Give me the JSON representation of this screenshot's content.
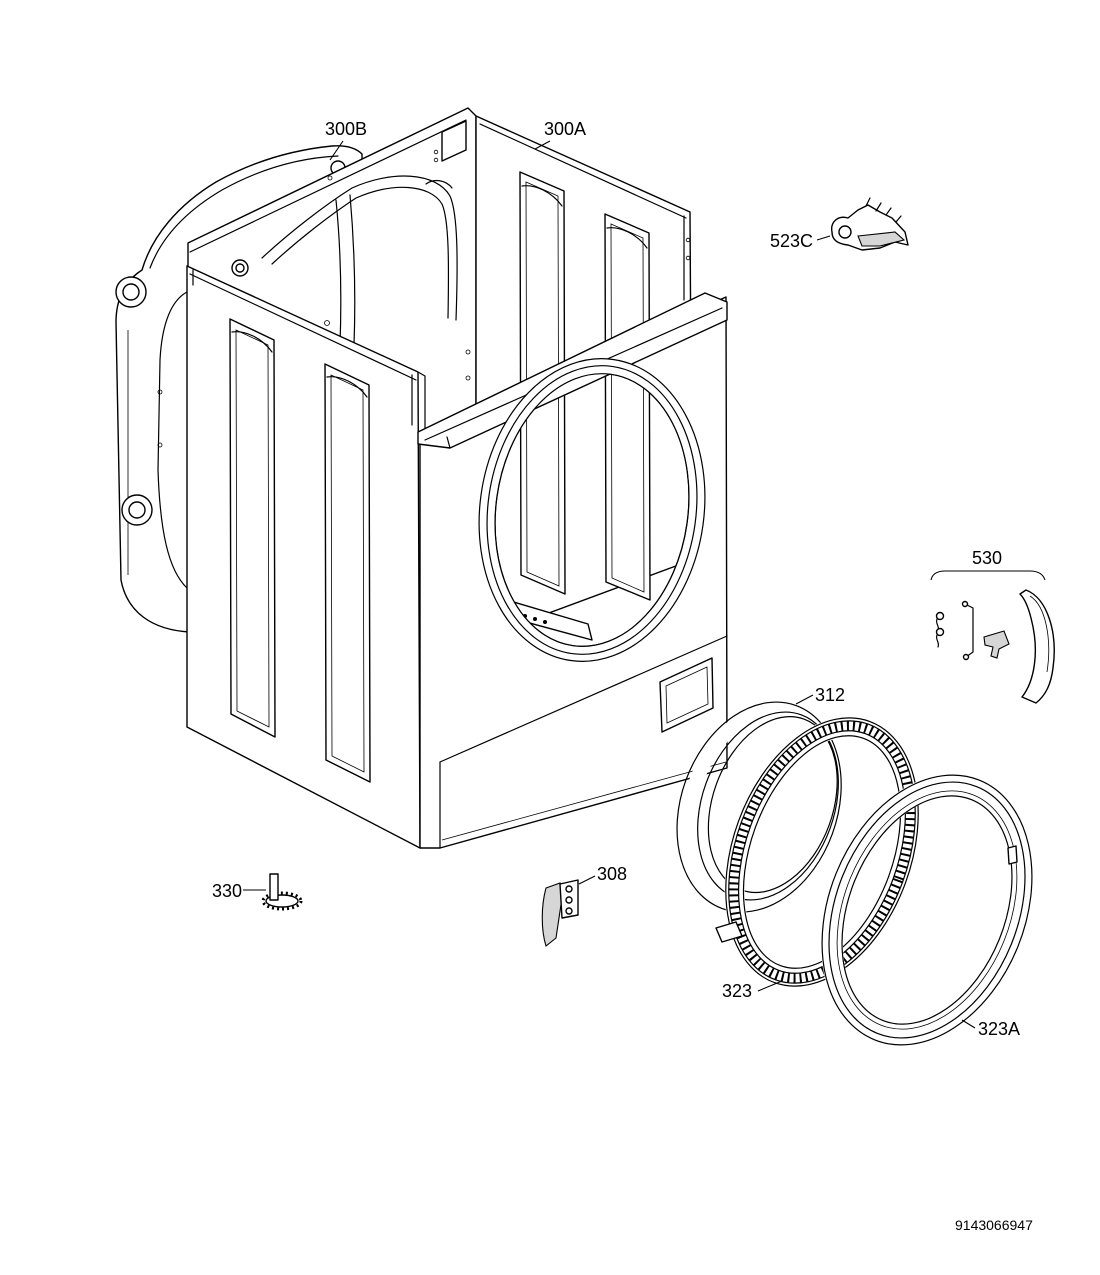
{
  "callouts": {
    "c300B": "300B",
    "c300A": "300A",
    "c523C": "523C",
    "c530": "530",
    "c312": "312",
    "c330": "330",
    "c308": "308",
    "c323": "323",
    "c323A": "323A"
  },
  "drawing_number": "9143066947",
  "colors": {
    "line": "#000000",
    "background": "#ffffff",
    "shade": "#d6d6d6"
  }
}
